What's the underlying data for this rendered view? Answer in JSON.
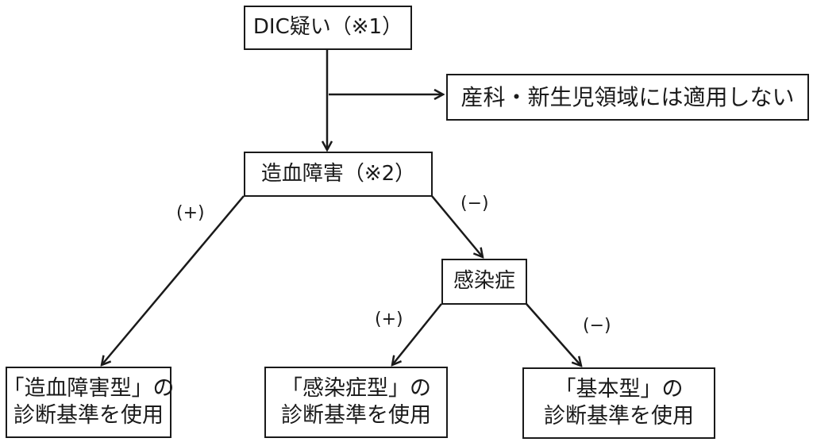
{
  "diagram": {
    "nodes": {
      "dic_suspected": {
        "label": "DIC疑い（※1）"
      },
      "not_applicable": {
        "label": "産科・新生児領域には適用しない"
      },
      "hematopoietic_disorder": {
        "label": "造血障害（※2）"
      },
      "infection": {
        "label": "感染症"
      },
      "result_hematopoietic": {
        "line1": "「造血障害型」の",
        "line2": "診断基準を使用"
      },
      "result_infection": {
        "line1": "「感染症型」の",
        "line2": "診断基準を使用"
      },
      "result_basic": {
        "line1": "「基本型」の",
        "line2": "診断基準を使用"
      }
    },
    "edge_labels": {
      "hema_positive": "(+)",
      "hema_negative": "(−)",
      "infection_positive": "(+)",
      "infection_negative": "(−)"
    },
    "edges": [
      {
        "from": "dic_suspected",
        "to": "hematopoietic_disorder"
      },
      {
        "from": "dic_suspected",
        "to": "not_applicable"
      },
      {
        "from": "hematopoietic_disorder",
        "to": "result_hematopoietic",
        "label": "(+)"
      },
      {
        "from": "hematopoietic_disorder",
        "to": "infection",
        "label": "(−)"
      },
      {
        "from": "infection",
        "to": "result_infection",
        "label": "(+)"
      },
      {
        "from": "infection",
        "to": "result_basic",
        "label": "(−)"
      }
    ],
    "colors": {
      "stroke": "#1a1a1a",
      "background": "#ffffff"
    }
  }
}
